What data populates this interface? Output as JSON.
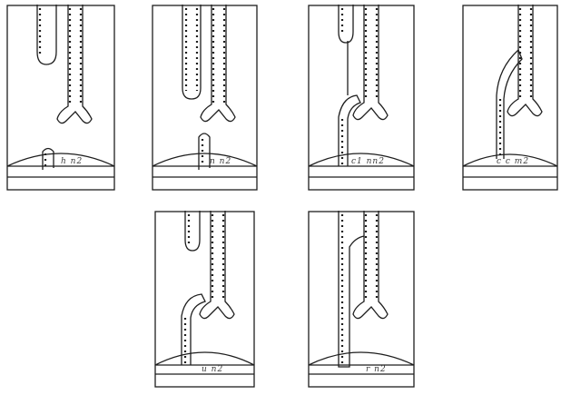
{
  "figure": {
    "panels": [
      {
        "id": "p1",
        "label": "h n2"
      },
      {
        "id": "p2",
        "label": "n n2"
      },
      {
        "id": "p3",
        "label": "c1 nn2"
      },
      {
        "id": "p4",
        "label": "c c  m2"
      },
      {
        "id": "p5",
        "label": "u n2"
      },
      {
        "id": "p6",
        "label": "r n2"
      }
    ]
  },
  "colors": {
    "ink": "#1e1e1e",
    "paper": "#ffffff"
  }
}
